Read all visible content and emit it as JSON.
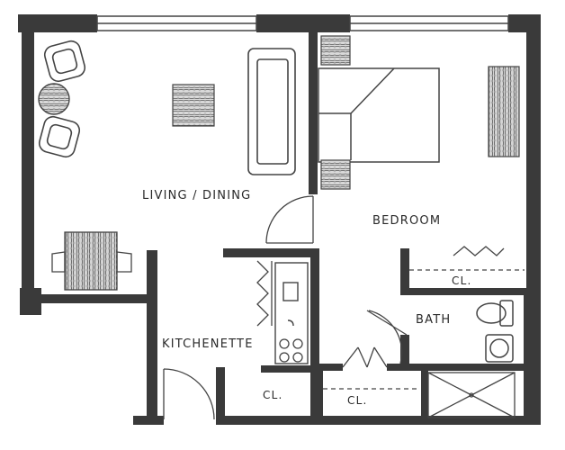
{
  "colors": {
    "wall": "#3a3a3a",
    "line": "#4a4a4a",
    "wood": "#6b6b6b",
    "paper": "#ffffff"
  },
  "rooms": {
    "living": "LIVING / DINING",
    "bedroom": "BEDROOM",
    "bath": "BATH",
    "kitchenette": "KITCHENETTE"
  },
  "closets": {
    "bedroom": "CL.",
    "hall": "CL.",
    "entry": "CL."
  }
}
